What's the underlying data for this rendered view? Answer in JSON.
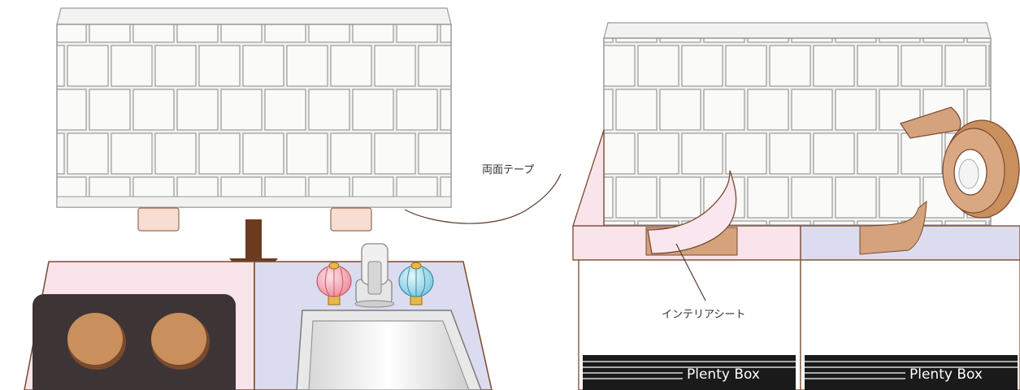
{
  "labels": {
    "double_sided_tape": "両面テープ",
    "interior_sheet": "インテリアシート"
  },
  "boxes": [
    {
      "brand": "Plenty Box"
    },
    {
      "brand": "Plenty Box"
    }
  ],
  "colors": {
    "tile_fill": "#f2f2f0",
    "tile_line": "#9a9a9a",
    "pink_panel": "#f9e4ec",
    "lavender_panel": "#dcdcf0",
    "stove_top": "#3d3435",
    "burner": "#c98f5c",
    "tape": "#d4a27c",
    "arrow": "#6b3a1f",
    "outline": "#7a4a2e"
  }
}
